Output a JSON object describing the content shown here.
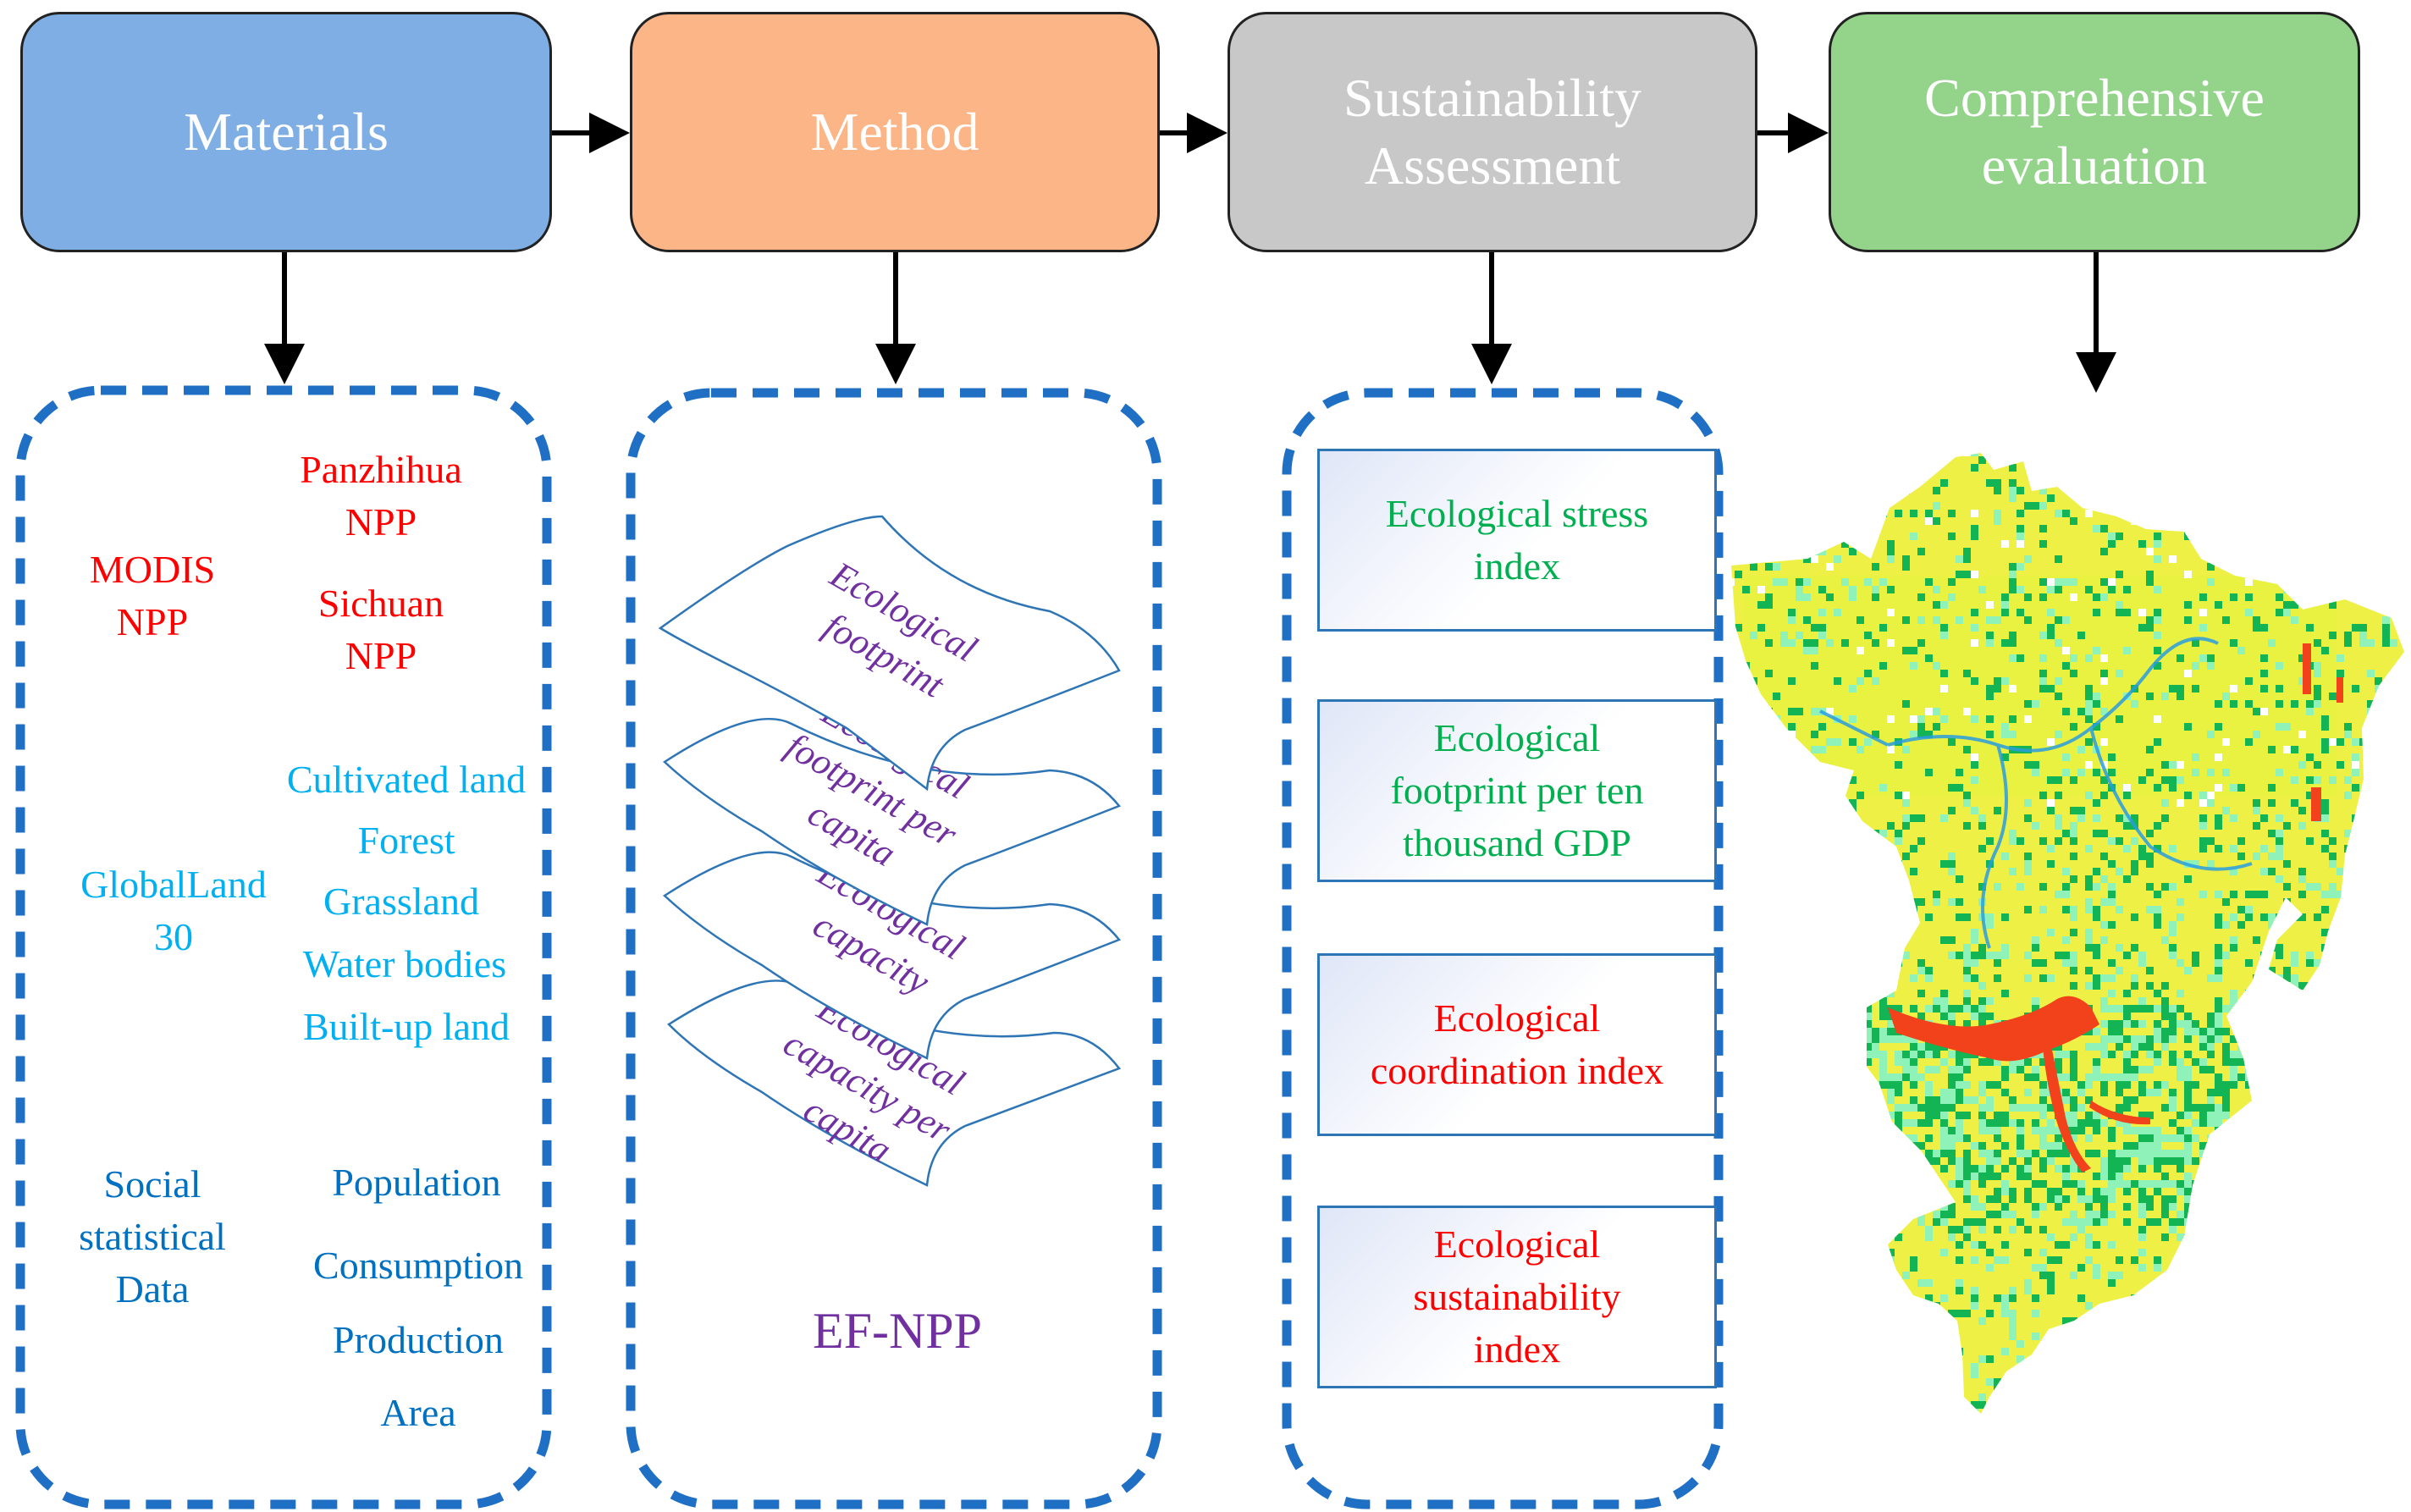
{
  "header": {
    "materials": "Materials",
    "method": "Method",
    "sustainability": [
      "Sustainability",
      "Assessment"
    ],
    "comprehensive": [
      "Comprehensive",
      "evaluation"
    ]
  },
  "materials": {
    "modis": [
      "MODIS",
      "NPP"
    ],
    "panzhihua": [
      "Panzhihua",
      "NPP"
    ],
    "sichuan": [
      "Sichuan",
      "NPP"
    ],
    "globalland": [
      "GlobalLand",
      "30"
    ],
    "land_types": [
      "Cultivated land",
      "Forest",
      "Grassland",
      "Water bodies",
      "Built-up land"
    ],
    "social": [
      "Social",
      "statistical",
      "Data"
    ],
    "social_items": [
      "Population",
      "Consumption",
      "Production",
      "Area"
    ]
  },
  "method": {
    "layers": [
      [
        "Ecological",
        "footprint"
      ],
      [
        "Ecological",
        "footprint per",
        "capita"
      ],
      [
        "Ecological",
        "capacity"
      ],
      [
        "Ecological",
        "capacity per",
        "capita"
      ]
    ],
    "model": "EF-NPP"
  },
  "assessment": {
    "indices": [
      {
        "lines": [
          "Ecological stress",
          "index"
        ],
        "color": "#00b050"
      },
      {
        "lines": [
          "Ecological",
          "footprint per ten",
          "thousand GDP"
        ],
        "color": "#00b050"
      },
      {
        "lines": [
          "Ecological",
          "coordination index"
        ],
        "color": "#ff0000"
      },
      {
        "lines": [
          "Ecological",
          "sustainability",
          "index"
        ],
        "color": "#ff0000"
      }
    ]
  },
  "colors": {
    "materials_box": "#7eaee3",
    "method_box": "#fbb586",
    "assessment_box": "#c8c8c8",
    "comprehensive_box": "#93d48a",
    "dashed_border": "#1f6fc5",
    "map_yellow": "#eef046",
    "map_green": "#13b454",
    "map_light_green": "#8ff2b8",
    "map_red": "#f2421b",
    "map_river": "#2a9de0"
  }
}
